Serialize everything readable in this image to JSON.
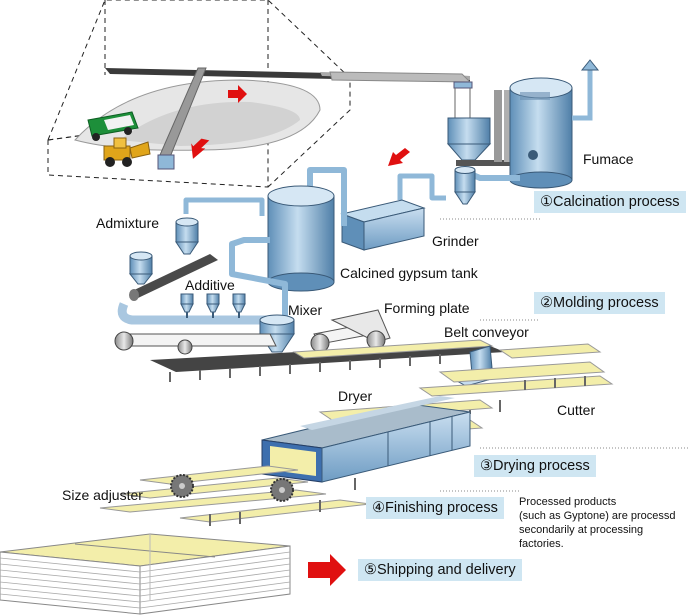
{
  "labels": {
    "furnace": "Fumace",
    "admixture": "Admixture",
    "grinder": "Grinder",
    "calcined_tank": "Calcined gypsum tank",
    "additive": "Additive",
    "mixer": "Mixer",
    "forming_plate": "Forming plate",
    "belt_conveyor": "Belt conveyor",
    "dryer": "Dryer",
    "cutter": "Cutter",
    "size_adjuster": "Size adjuster"
  },
  "stages": {
    "calcination": "①Calcination process",
    "molding": "②Molding process",
    "drying": "③Drying process",
    "finishing": "④Finishing process",
    "shipping": "⑤Shipping and delivery"
  },
  "note": {
    "line1": "Processed products",
    "line2": "(such as Gyptone) are processd",
    "line3": "secondarily at processing",
    "line4": "factories."
  },
  "colors": {
    "equipment_blue": "#8fb8d8",
    "stage_box": "#cfe6f2",
    "board_yellow": "#f3eeaa",
    "arrow_red": "#e01010"
  }
}
